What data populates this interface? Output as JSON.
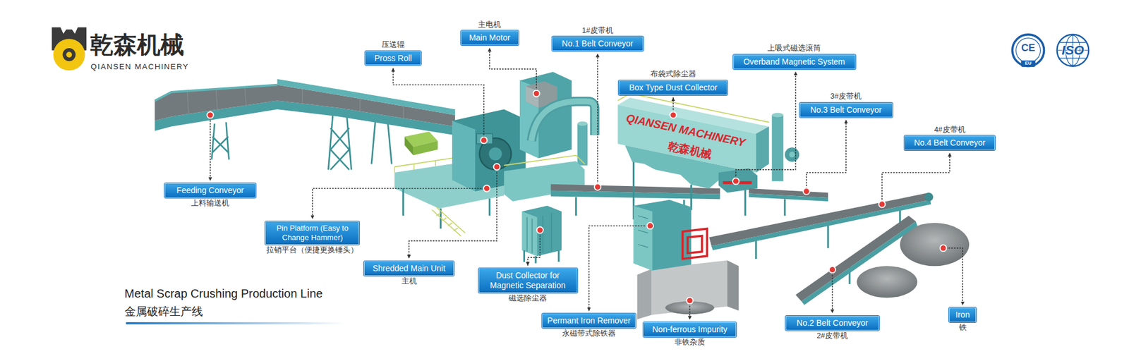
{
  "diagram": {
    "title": "Metal Scrap Crushing Production Line",
    "nodes": [
      {
        "text": [
          "压送辊",
          "Pross Roll"
        ]
      },
      {
        "text": [
          "主电机",
          "Main Motor"
        ]
      },
      {
        "text": [
          "1#皮带机",
          "No.1 Belt Conveyor"
        ]
      },
      {
        "text": [
          "布袋式除尘器",
          "Box Type Dust Collector"
        ]
      },
      {
        "text": [
          "上吸式磁选滚筒",
          "Overband Magnetic System"
        ]
      },
      {
        "text": [
          "3#皮带机",
          "No.3 Belt Conveyor"
        ]
      },
      {
        "text": [
          "4#皮带机",
          "No.4 Belt Conveyor"
        ]
      },
      {
        "text": [
          "Feeding Conveyor",
          "上料输送机"
        ]
      },
      {
        "text": [
          "Pin Platform (Easy to Change Hammer)",
          "拉销平台（便捷更换锤头）"
        ]
      },
      {
        "text": [
          "Shredded Main Unit",
          "主机"
        ]
      },
      {
        "text": [
          "Dust Collector for Magnetic Separation",
          "磁选除尘器"
        ]
      },
      {
        "text": [
          "Permant Iron Remover",
          "永磁带式除铁器"
        ]
      },
      {
        "text": [
          "Non-ferrous Impurity",
          "非铁杂质"
        ]
      },
      {
        "text": [
          "No.2 Belt Conveyor",
          "2#皮带机"
        ]
      },
      {
        "text": [
          "Iron",
          "铁"
        ]
      }
    ],
    "labels": [
      "乾森机械",
      "QIANSEN MACHINERY",
      "CE",
      "EU",
      "ISO",
      "QIANSEN MACHINERY",
      "乾森机械",
      "金属破碎生产线"
    ]
  }
}
